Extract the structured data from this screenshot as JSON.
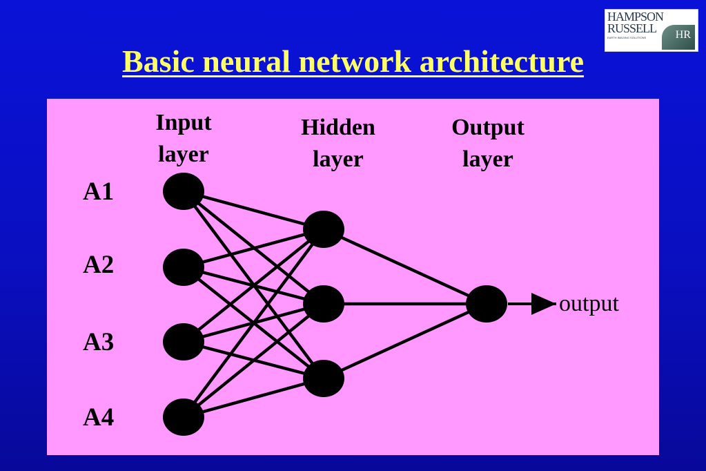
{
  "slide": {
    "title": "Basic neural network architecture"
  },
  "logo": {
    "line1": "HAMPSON",
    "line2": "RUSSELL",
    "tagline": "EARTH IMAGING SOLUTIONS",
    "badge": "HR"
  },
  "diagram": {
    "layers": [
      {
        "line1": "Input",
        "line2": "layer"
      },
      {
        "line1": "Hidden",
        "line2": "layer"
      },
      {
        "line1": "Output",
        "line2": "layer"
      }
    ],
    "inputs": [
      "A1",
      "A2",
      "A3",
      "A4"
    ],
    "output_label": "output",
    "connections": "fully connected: 4 input nodes → 3 hidden nodes → 1 output node",
    "colors": {
      "background": "#0a12d8",
      "title": "#ffff66",
      "panel": "#ff99ff",
      "node": "#000000"
    }
  }
}
